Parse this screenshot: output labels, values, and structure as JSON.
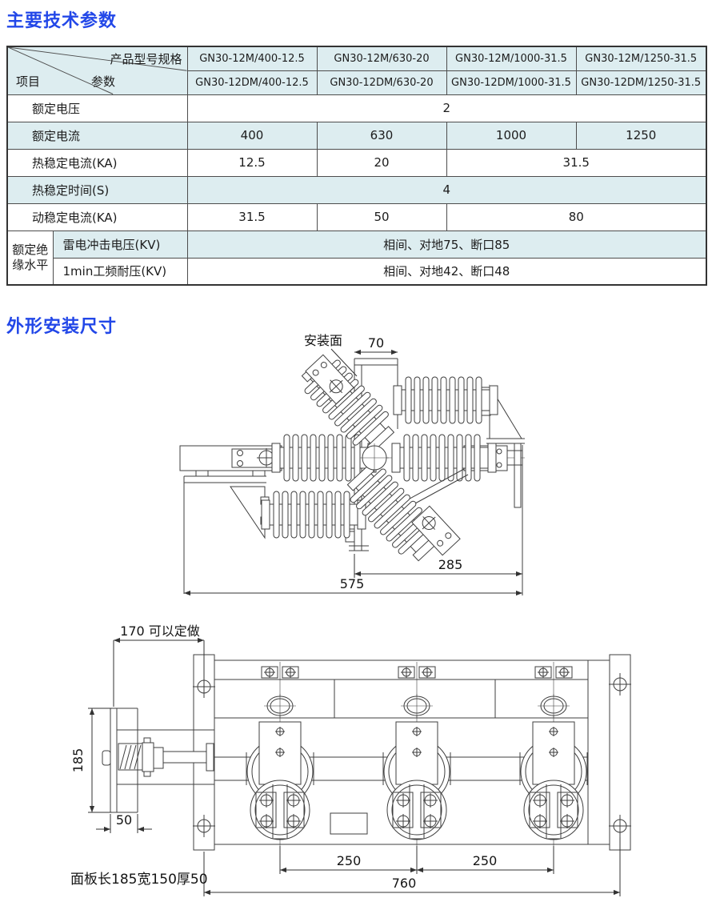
{
  "colors": {
    "title_blue": "#2247e8",
    "row_shade": "#ddedf0",
    "table_border": "#4d4d4d",
    "line_ink": "#3f3f3f"
  },
  "sections": {
    "params_title": "主要技术参数",
    "dimensions_title": "外形安装尺寸"
  },
  "table": {
    "corner": {
      "top_right": "产品型号规格",
      "bottom_left": "项目",
      "bottom_mid": "参数"
    },
    "models": {
      "m1": "GN30-12M/400-12.5",
      "m2": "GN30-12M/630-20",
      "m3": "GN30-12M/1000-31.5",
      "m4": "GN30-12M/1250-31.5",
      "dm1": "GN30-12DM/400-12.5",
      "dm2": "GN30-12DM/630-20",
      "dm3": "GN30-12DM/1000-31.5",
      "dm4": "GN30-12DM/1250-31.5"
    },
    "rows": {
      "voltage": {
        "label": "额定电压",
        "value": "2"
      },
      "current": {
        "label": "额定电流",
        "v1": "400",
        "v2": "630",
        "v3": "1000",
        "v4": "1250"
      },
      "thermal": {
        "label": "热稳定电流(KA)",
        "v1": "12.5",
        "v2": "20",
        "v34": "31.5"
      },
      "time": {
        "label": "热稳定时间(S)",
        "value": "4"
      },
      "dynamic": {
        "label": "动稳定电流(KA)",
        "v1": "31.5",
        "v2": "50",
        "v34": "80"
      },
      "insulation": {
        "group_label": "额定绝缘水平",
        "impulse": {
          "label": "雷电冲击电压(KV)",
          "value": "相间、对地75、断口85"
        },
        "power_freq": {
          "label": "1min工频耐压(KV)",
          "value": "相间、对地42、断口48"
        }
      }
    }
  },
  "drawing1": {
    "mounting_face_label": "安装面",
    "dims": {
      "d70": "70",
      "d285": "285",
      "d575": "575"
    }
  },
  "drawing2": {
    "dims": {
      "d170": "170 可以定做",
      "d185": "185",
      "d50": "50",
      "d250a": "250",
      "d250b": "250",
      "d760": "760"
    },
    "caption": "面板长185宽150厚50"
  }
}
